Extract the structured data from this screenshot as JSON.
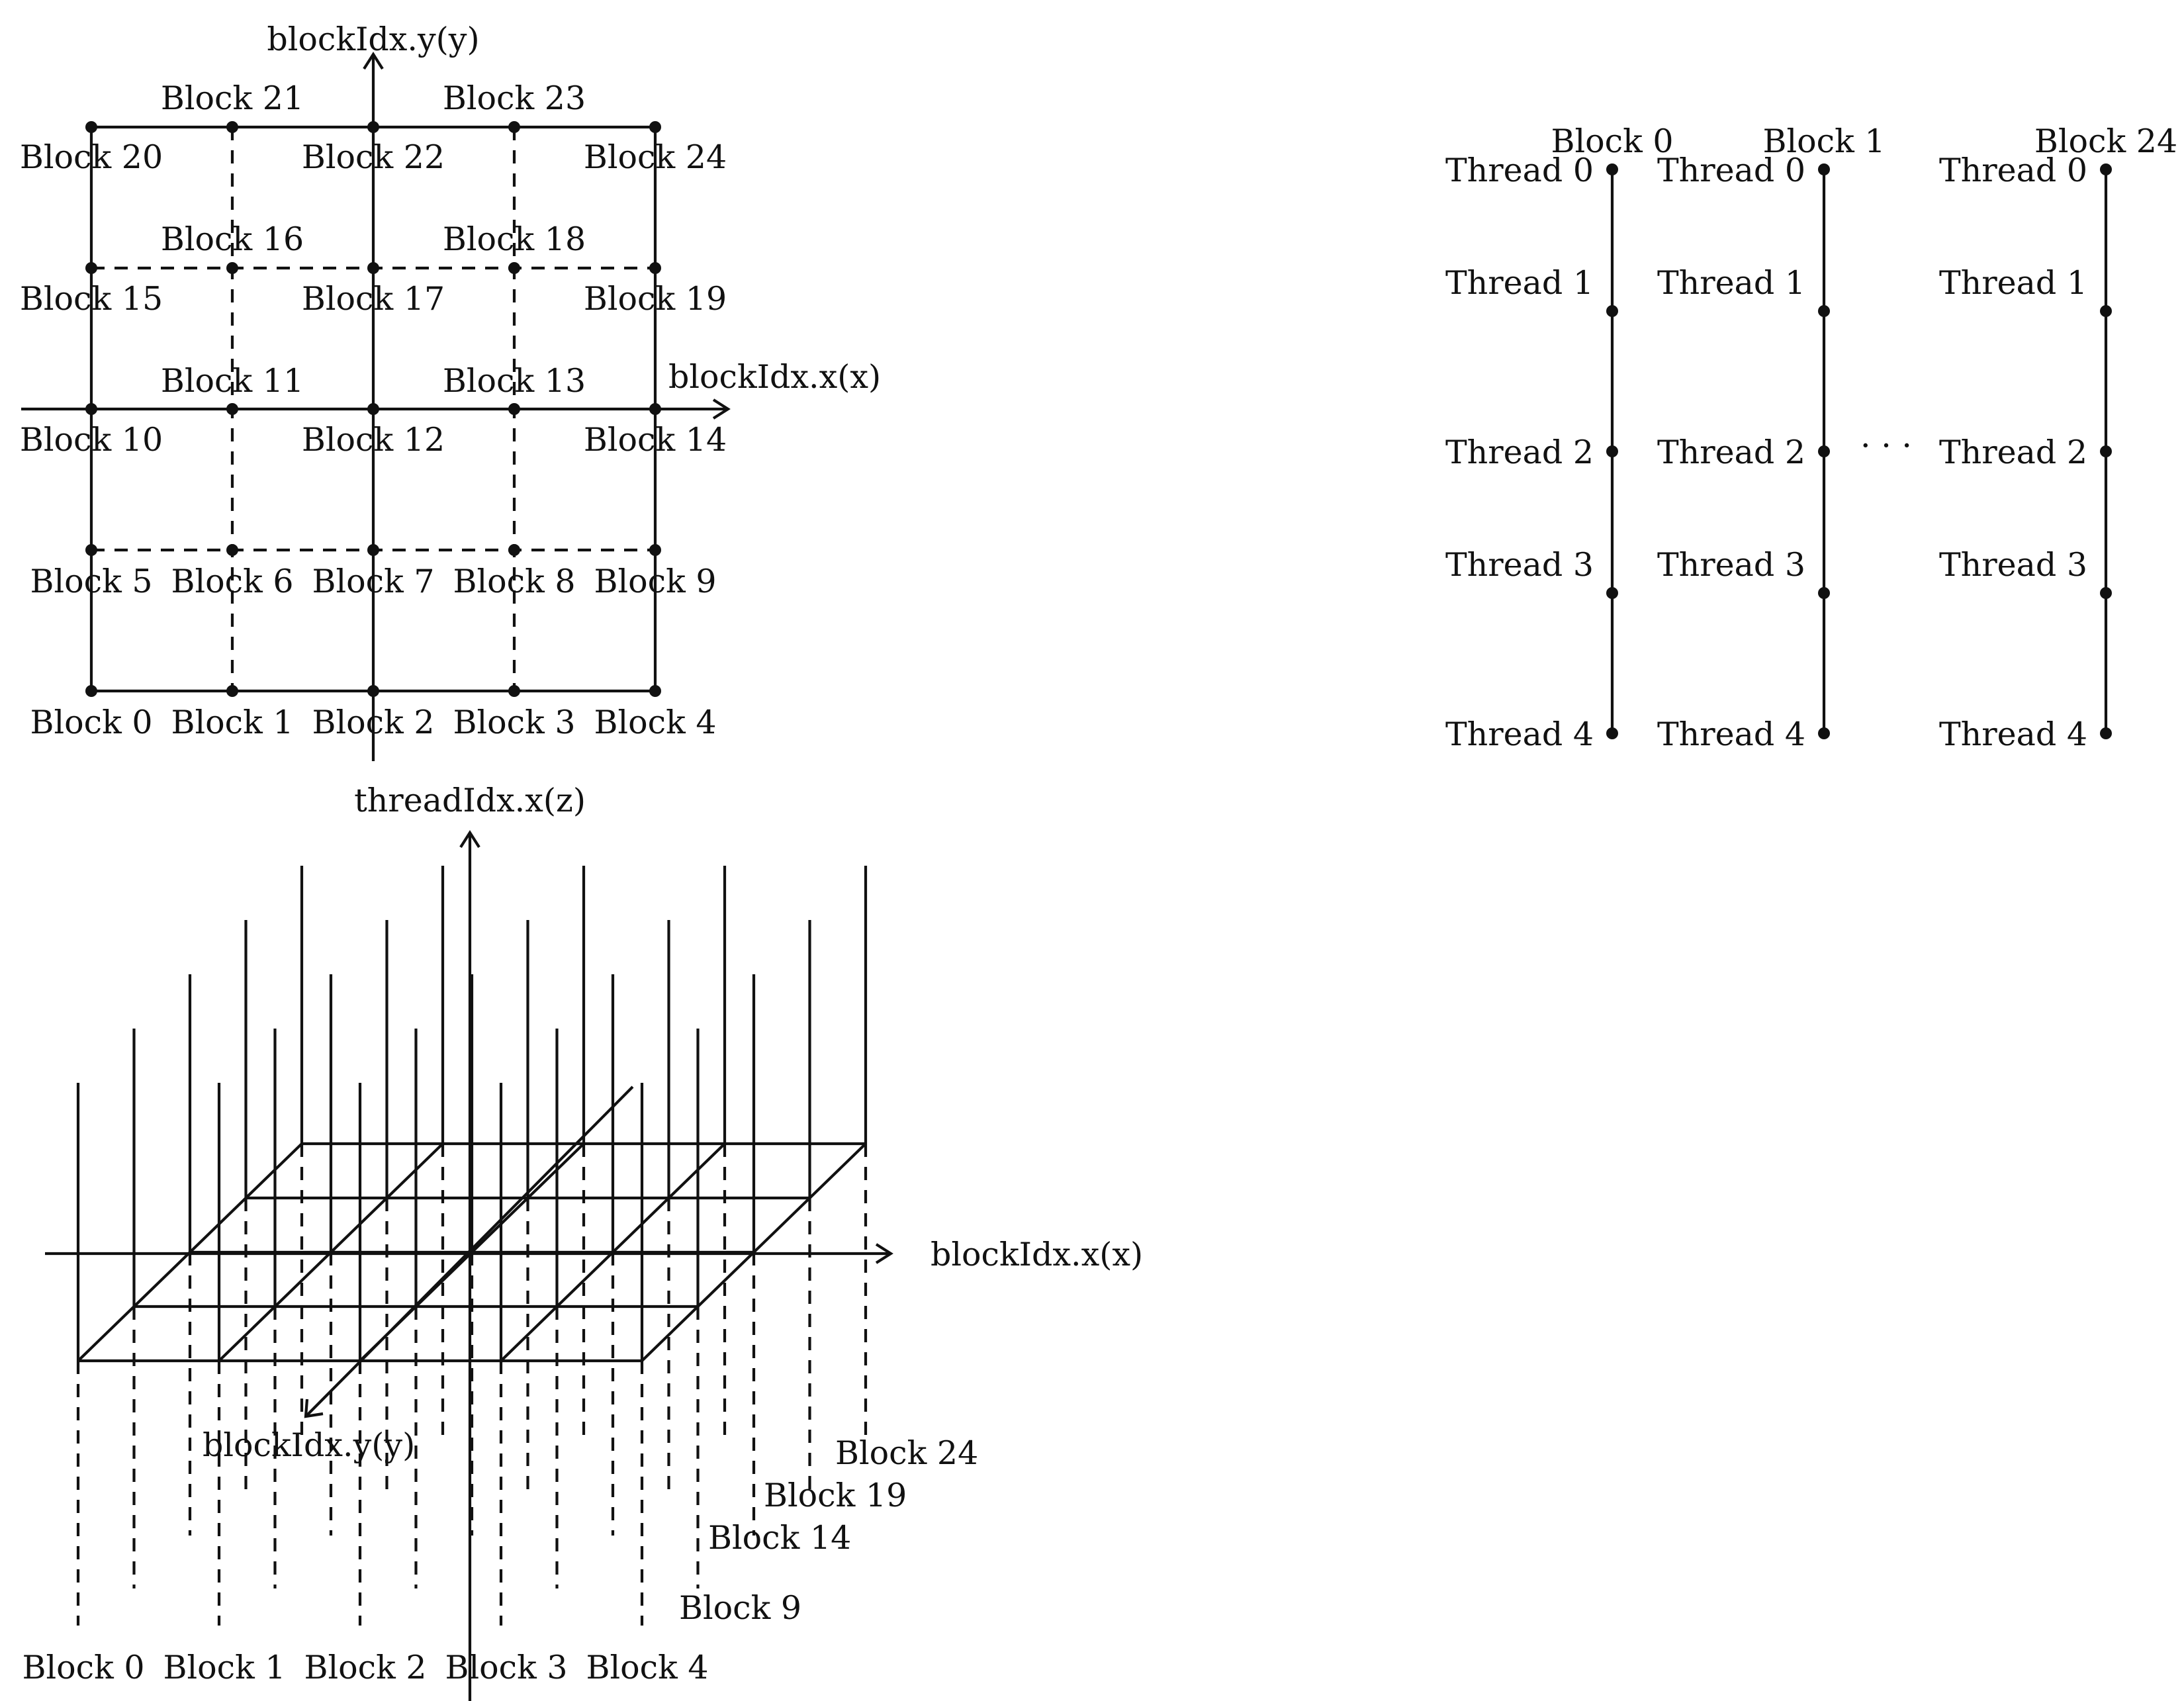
{
  "grid2d": {
    "y_axis_label": "blockIdx.y(y)",
    "x_axis_label": "blockIdx.x(x)",
    "blocks": [
      "Block 0",
      "Block 1",
      "Block 2",
      "Block 3",
      "Block 4",
      "Block 5",
      "Block 6",
      "Block 7",
      "Block 8",
      "Block 9",
      "Block 10",
      "Block 11",
      "Block 12",
      "Block 13",
      "Block 14",
      "Block 15",
      "Block 16",
      "Block 17",
      "Block 18",
      "Block 19",
      "Block 20",
      "Block 21",
      "Block 22",
      "Block 23",
      "Block 24"
    ]
  },
  "threads_diagram": {
    "columns": [
      {
        "block": "Block 0"
      },
      {
        "block": "Block 1"
      },
      {
        "block": "Block 24"
      }
    ],
    "thread_labels": [
      "Thread 0",
      "Thread 1",
      "Thread 2",
      "Thread 3",
      "Thread 4"
    ],
    "ellipsis": "· · ·"
  },
  "grid3d": {
    "z_axis_label": "threadIdx.x(z)",
    "x_axis_label": "blockIdx.x(x)",
    "y_axis_label": "blockIdx.y(y)",
    "front_labels": [
      "Block 0",
      "Block 1",
      "Block 2",
      "Block 3",
      "Block 4"
    ],
    "side_labels": [
      "Block 9",
      "Block 14",
      "Block 19",
      "Block 24"
    ]
  }
}
